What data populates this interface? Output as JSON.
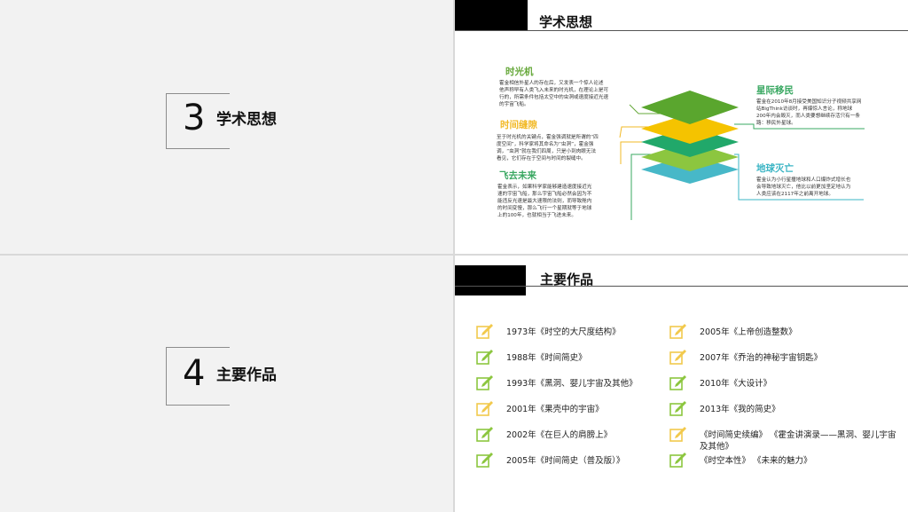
{
  "sections": [
    {
      "number": "3",
      "title": "学术思想"
    },
    {
      "number": "4",
      "title": "主要作品"
    }
  ],
  "thought_slide": {
    "title": "学术思想",
    "left_items": [
      {
        "heading": "时光机",
        "color": "#66a83a",
        "lines": [
          "霍金相信外星人的存在后，又发表一个惊人论述",
          "他声称早有人类飞入未来的时光机，在理论上是可",
          "行的，所需条件包括太空中的虫洞或速度接近光速",
          "的宇宙飞船。"
        ]
      },
      {
        "heading": "时间缝隙",
        "color": "#f2b926",
        "lines": [
          "至于时光机的关键点，霍金强调就是所谓的“四",
          "度空间”，科学家将其命名为“虫洞”，霍金强",
          "调，“虫洞”就在我们四周，只是小到肉眼无法",
          "看见，它们存在于空间与时间的裂缝中。"
        ]
      },
      {
        "heading": "飞去未来",
        "color": "#3aa862",
        "lines": [
          "霍金表示，如果科学家能够建造速度接近光",
          "速的宇宙飞船，那么宇宙飞船必然会因为不",
          "能违反光速是最大速限的法则，而导致舱内",
          "的时间变慢，那么飞行一个星期就等于地球",
          "上的100年，也就相当于飞进未来。"
        ]
      }
    ],
    "right_items": [
      {
        "heading": "星际移民",
        "color": "#3aa862",
        "lines": [
          "霍金在2010年8月接受美国知识分子视频共享网",
          "站BigThink访谈时，再爆惊人言论，称地球",
          "200年内会毁灭，而人类要想继续存活只有一条",
          "路：移民外星球。"
        ]
      },
      {
        "heading": "地球灭亡",
        "color": "#3ab4c4",
        "lines": [
          "霍金认为小行星撞地球和人口爆炸式增长也",
          "会导致地球灭亡，他比以前更加坚定地认为",
          "人类应该在2117年之前离开地球。"
        ]
      }
    ],
    "layer_colors": [
      "#5aa62e",
      "#f5c300",
      "#21a86a",
      "#8cc63f",
      "#47b8c8"
    ]
  },
  "works_slide": {
    "title": "主要作品",
    "left_column": [
      "1973年《时空的大尺度结构》",
      "1988年《时间简史》",
      "1993年《黑洞、婴儿宇宙及其他》",
      "2001年《果壳中的宇宙》",
      "2002年《在巨人的肩膀上》",
      "2005年《时间简史（普及版）》"
    ],
    "right_column": [
      "2005年《上帝创造整数》",
      "2007年《乔治的神秘宇宙钥匙》",
      "2010年《大设计》",
      "2013年《我的简史》",
      "《时间简史续编》 《霍金讲演录——黑洞、婴儿宇宙及其他》",
      "《时空本性》 《未来的魅力》"
    ],
    "icon_colors": {
      "yellow": "#f2c94c",
      "green": "#8cc63f"
    }
  }
}
